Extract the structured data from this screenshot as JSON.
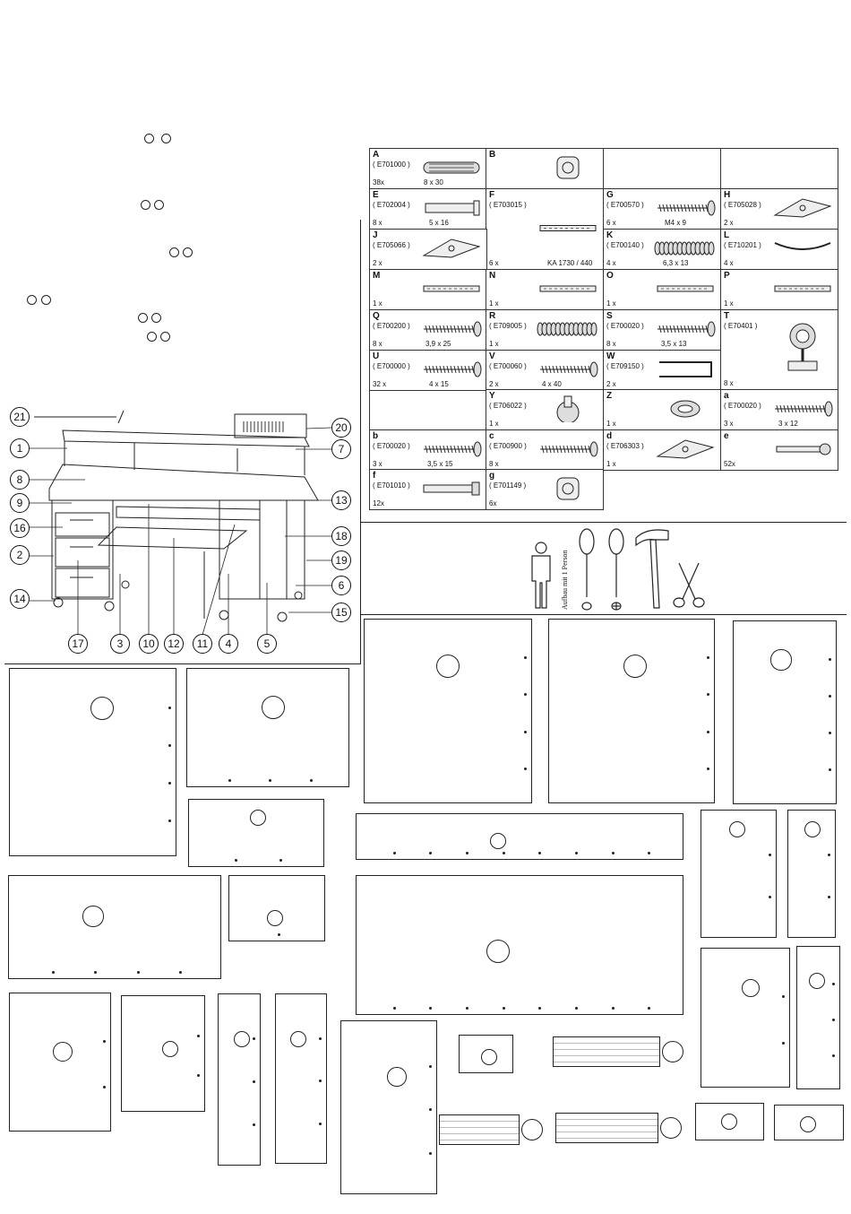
{
  "hardware": [
    {
      "letter": "A",
      "code": "( E701000 )",
      "qty": "38x",
      "size": "8 x 30"
    },
    {
      "letter": "B",
      "code": "",
      "qty": "",
      "size": ""
    },
    {
      "letter": "E",
      "code": "( E702004 )",
      "qty": "8 x",
      "size": "5 x 16"
    },
    {
      "letter": "F",
      "code": "( E703015 )",
      "qty": "6 x",
      "size": "KA 1730 / 440"
    },
    {
      "letter": "G",
      "code": "( E700570 )",
      "qty": "6 x",
      "size": "M4 x 9"
    },
    {
      "letter": "H",
      "code": "( E705028 )",
      "qty": "2 x",
      "size": ""
    },
    {
      "letter": "J",
      "code": "( E705066 )",
      "qty": "2 x",
      "size": ""
    },
    {
      "letter": "K",
      "code": "( E700140 )",
      "qty": "4 x",
      "size": "6,3 x 13"
    },
    {
      "letter": "L",
      "code": "( E710201 )",
      "qty": "4 x",
      "size": ""
    },
    {
      "letter": "M",
      "code": "",
      "qty": "1 x",
      "size": ""
    },
    {
      "letter": "N",
      "code": "",
      "qty": "1 x",
      "size": ""
    },
    {
      "letter": "O",
      "code": "",
      "qty": "1 x",
      "size": ""
    },
    {
      "letter": "P",
      "code": "",
      "qty": "1 x",
      "size": ""
    },
    {
      "letter": "Q",
      "code": "( E700200 )",
      "qty": "8 x",
      "size": "3,9 x 25"
    },
    {
      "letter": "R",
      "code": "( E709005 )",
      "qty": "1 x",
      "size": ""
    },
    {
      "letter": "S",
      "code": "( E700020 )",
      "qty": "8 x",
      "size": "3,5 x 13"
    },
    {
      "letter": "T",
      "code": "( E70401 )",
      "qty": "8 x",
      "size": ""
    },
    {
      "letter": "U",
      "code": "( E700000 )",
      "qty": "32 x",
      "size": "4 x 15"
    },
    {
      "letter": "V",
      "code": "( E700060 )",
      "qty": "2 x",
      "size": "4 x 40"
    },
    {
      "letter": "W",
      "code": "( E709150 )",
      "qty": "2 x",
      "size": ""
    },
    {
      "letter": "Y",
      "code": "( E706022 )",
      "qty": "1 x",
      "size": ""
    },
    {
      "letter": "Z",
      "code": "",
      "qty": "1 x",
      "size": ""
    },
    {
      "letter": "a",
      "code": "( E700020 )",
      "qty": "3 x",
      "size": "3 x 12"
    },
    {
      "letter": "b",
      "code": "( E700020 )",
      "qty": "3 x",
      "size": "3,5 x 15"
    },
    {
      "letter": "c",
      "code": "( E700900 )",
      "qty": "8 x",
      "size": ""
    },
    {
      "letter": "d",
      "code": "( E706303 )",
      "qty": "1 x",
      "size": ""
    },
    {
      "letter": "e",
      "code": "",
      "qty": "52x",
      "size": ""
    },
    {
      "letter": "f",
      "code": "( E701010 )",
      "qty": "12x",
      "size": ""
    },
    {
      "letter": "g",
      "code": "( E701149 )",
      "qty": "6x",
      "size": ""
    }
  ],
  "callouts": [
    "21",
    "1",
    "8",
    "9",
    "16",
    "2",
    "14",
    "17",
    "3",
    "10",
    "12",
    "11",
    "4",
    "5",
    "20",
    "7",
    "13",
    "18",
    "19",
    "6",
    "15"
  ],
  "tools_label": "Aufbau mit 1 Person",
  "icons": [
    "person-icon",
    "screwdriver-flat-icon",
    "screwdriver-phillips-icon",
    "hammer-icon",
    "scissors-icon"
  ]
}
